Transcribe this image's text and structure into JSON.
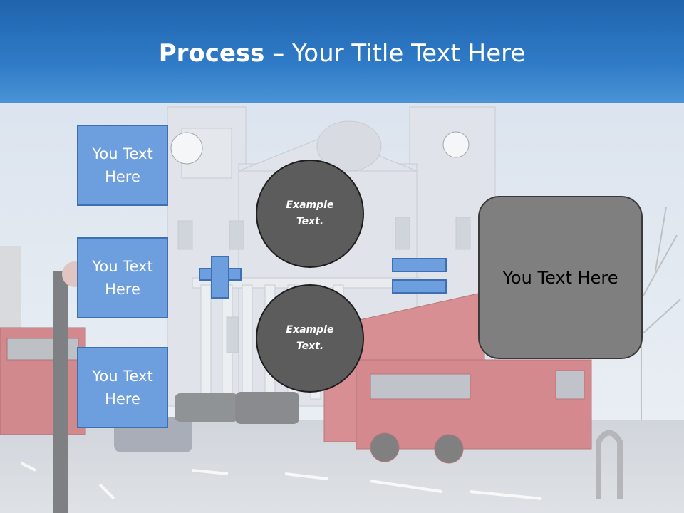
{
  "slide": {
    "title_bold": "Process",
    "title_rest": " – Your Title Text Here"
  },
  "left_boxes": [
    {
      "label": "You Text Here"
    },
    {
      "label": "You Text Here"
    },
    {
      "label": "You Text Here"
    }
  ],
  "circles": [
    {
      "label": "Example Text."
    },
    {
      "label": "Example Text."
    }
  ],
  "result": {
    "label": "You Text Here"
  },
  "colors": {
    "title_band": "#2f7ac6",
    "box_fill": "#6d9edd",
    "box_border": "#3e6fb3",
    "circle_fill": "#5c5c5c",
    "result_fill": "#7f7f7f"
  },
  "icons": {
    "operator_1": "plus-icon",
    "operator_2": "equals-icon"
  }
}
